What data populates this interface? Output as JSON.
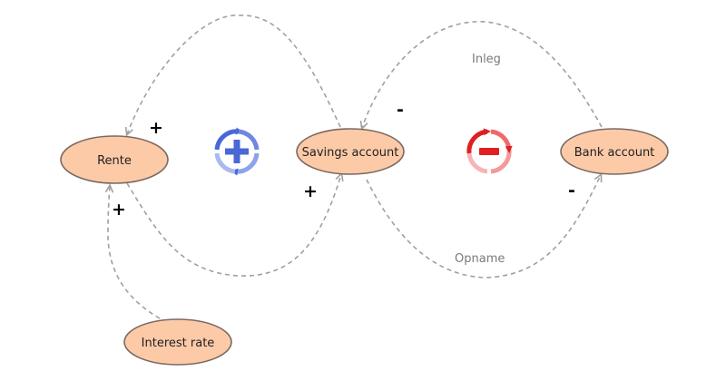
{
  "nodes": {
    "rente": "Rente",
    "savings_account": "Savings account",
    "bank_account": "Bank account",
    "interest_rate": "Interest rate"
  },
  "edge_labels": {
    "inleg": "Inleg",
    "opname": "Opname"
  },
  "polarities": {
    "savings_to_rente": "+",
    "rente_to_savings": "+",
    "interest_rate_to_rente": "+",
    "rente_self": "+",
    "bank_to_savings": "-",
    "savings_to_bank": "-"
  },
  "loops": [
    {
      "type": "reinforcing",
      "icon": "reinforcing-loop-icon",
      "color": "#4a67d6"
    },
    {
      "type": "balancing",
      "icon": "balancing-loop-icon",
      "color": "#e02020"
    }
  ],
  "colors": {
    "node_fill": "#fdcaa8",
    "node_stroke": "#7a6a63",
    "edge": "#a0a0a0"
  }
}
